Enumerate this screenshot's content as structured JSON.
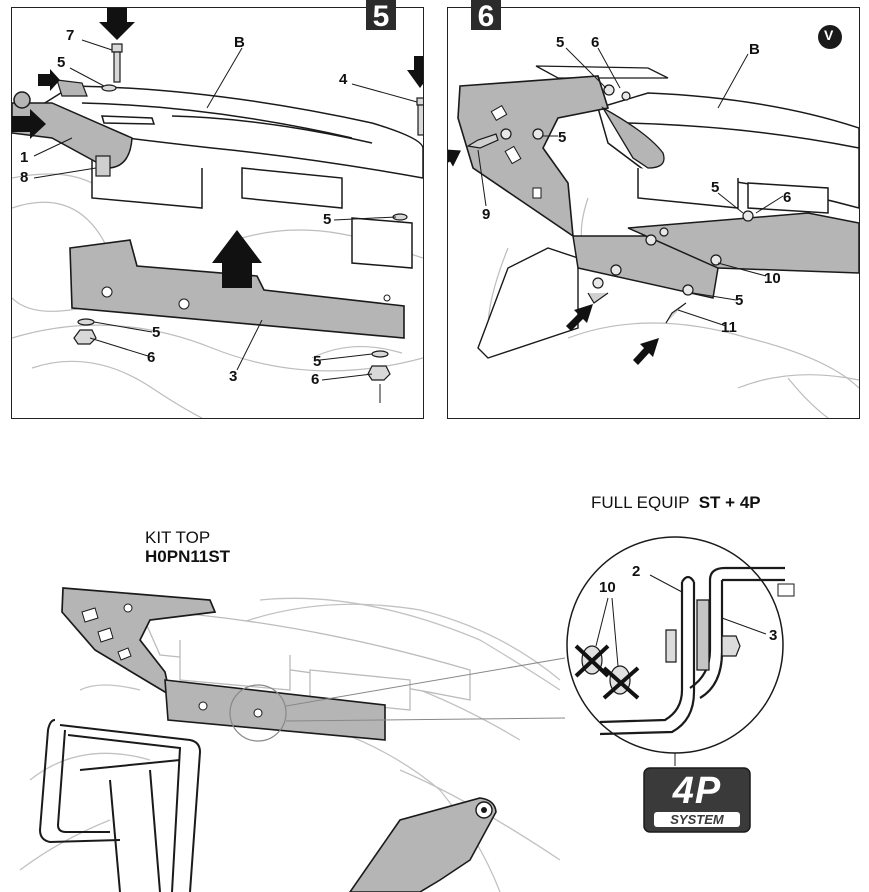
{
  "step5": {
    "number": "5",
    "labels": {
      "l7": "7",
      "l5a": "5",
      "lB": "B",
      "l4": "4",
      "l1": "1",
      "l8": "8",
      "l5b": "5",
      "l5c": "5",
      "l6a": "6",
      "l3": "3",
      "l5d": "5",
      "l6b": "6"
    }
  },
  "step6": {
    "number": "6",
    "brand_mark": "V",
    "labels": {
      "l5a": "5",
      "l6a": "6",
      "lB": "B",
      "l5b": "5",
      "l9": "9",
      "l5c": "5",
      "l6b": "6",
      "l10": "10",
      "l5d": "5",
      "l11": "11"
    }
  },
  "bottom": {
    "full_equip_prefix": "FULL EQUIP",
    "full_equip_suffix": "ST + 4P",
    "kit_top_line1": "KIT TOP",
    "kit_top_line2": "H0PN11ST",
    "detail_labels": {
      "l2": "2",
      "l10": "10",
      "l3": "3"
    },
    "badge_main": "4P",
    "badge_sub": "SYSTEM"
  },
  "colors": {
    "part_fill": "#b5b5b5",
    "line": "#1a1a1a",
    "ghost": "#c8c8c8",
    "badge_dark": "#3a3a3a"
  }
}
